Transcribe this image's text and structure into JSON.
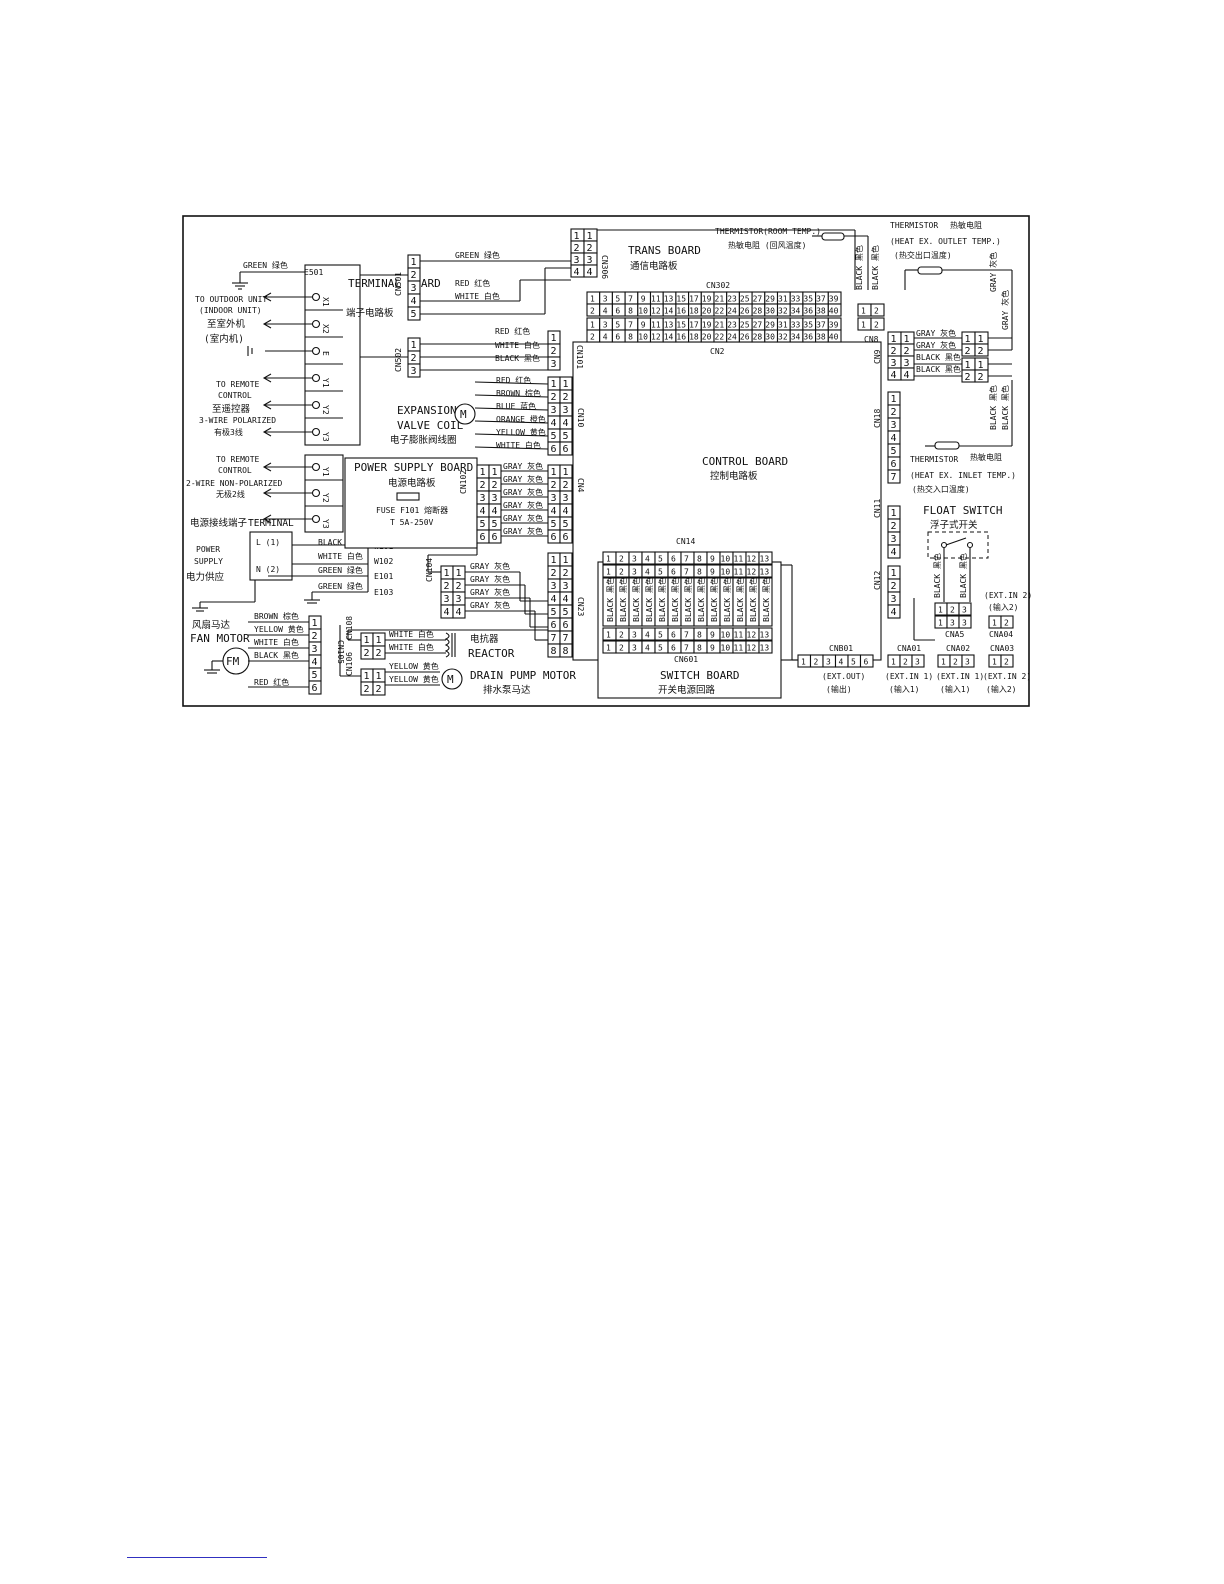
{
  "labels": {
    "trans_board": "TRANS BOARD",
    "trans_board_cn": "通信电路板",
    "terminal_board": "TERMINAL BOARD",
    "terminal_board_cn": "端子电路板",
    "control_board": "CONTROL BOARD",
    "control_board_cn": "控制电路板",
    "power_supply_board": "POWER SUPPLY BOARD",
    "power_supply_board_cn": "电源电路板",
    "fuse": "FUSE F101 熔断器",
    "fuse_rating": "T 5A-250V",
    "switch_board": "SWITCH BOARD",
    "switch_board_cn": "开关电源回路",
    "expansion_valve_1": "EXPANSION",
    "expansion_valve_2": "VALVE COIL",
    "expansion_valve_cn": "电子膨胀阀线圈",
    "reactor_cn": "电抗器",
    "reactor": "REACTOR",
    "drain_pump": "DRAIN PUMP MOTOR",
    "drain_pump_cn": "排水泵马达",
    "fan_motor_cn": "风扇马达",
    "fan_motor": "FAN MOTOR",
    "fm": "FM",
    "motor_m": "M",
    "thermistor_room_1": "THERMISTOR(ROOM TEMP.)",
    "thermistor_room_cn": "热敏电阻 (回风温度)",
    "thermistor_out_1": "THERMISTOR",
    "thermistor_out_cn": "热敏电阻",
    "thermistor_out_2": "(HEAT EX. OUTLET TEMP.)",
    "thermistor_out_cn2": "(热交出口温度)",
    "thermistor_in_1": "THERMISTOR",
    "thermistor_in_cn": "热敏电阻",
    "thermistor_in_2": "(HEAT EX. INLET TEMP.)",
    "thermistor_in_cn2": "(热交入口温度)",
    "float_switch": "FLOAT SWITCH",
    "float_switch_cn": "浮子式开关",
    "to_outdoor_1": "TO OUTDOOR UNIT",
    "to_outdoor_2": "(INDOOR UNIT)",
    "to_outdoor_cn1": "至室外机",
    "to_outdoor_cn2": "(室内机)",
    "to_remote_1": "TO REMOTE",
    "to_remote_2": "CONTROL",
    "to_remote_cn": "至遥控器",
    "three_wire": "3-WIRE POLARIZED",
    "three_wire_cn": "有极3线",
    "to_remote2_1": "TO REMOTE",
    "to_remote2_2": "CONTROL",
    "two_wire": "2-WIRE NON-POLARIZED",
    "two_wire_cn": "无极2线",
    "terminal_cn": "电源接线端子",
    "terminal": "TERMINAL",
    "power_1": "POWER",
    "power_2": "SUPPLY",
    "power_cn": "电力供应",
    "green_top": "GREEN 绿色",
    "e501": "E501",
    "w101": "W101",
    "w102": "W102",
    "e101": "E101",
    "e103": "E103",
    "ext_out": "(EXT.OUT)",
    "ext_out_cn": "(输出)",
    "ext_in1": "(EXT.IN 1)",
    "ext_in1_cn": "(输入1)",
    "ext_in1b": "(EXT.IN 1)",
    "ext_in1b_cn": "(输入1)",
    "ext_in2": "(EXT.IN 2)",
    "ext_in2_cn": "(输入2)",
    "ext_in2_top": "(EXT.IN 2)",
    "ext_in2_top_cn": "(输入2)"
  },
  "connectors": {
    "cn501": "CN501",
    "cn502": "CN502",
    "cn306": "CN306",
    "cn302": "CN302",
    "cn2": "CN2",
    "cn8": "CN8",
    "cn9": "CN9",
    "cn101": "CN101",
    "cn10": "CN10",
    "cn102": "CN102",
    "cn4": "CN4",
    "cn18": "CN18",
    "cn11": "CN11",
    "cn12": "CN12",
    "cn14": "CN14",
    "cn104": "CN104",
    "cn23": "CN23",
    "cn105": "CN105",
    "cn108": "CN108",
    "cn106": "CN106",
    "cn601": "CN601",
    "cnb01": "CNB01",
    "cna01": "CNA01",
    "cna02": "CNA02",
    "cna03": "CNA03",
    "cna04": "CNA04",
    "cna5": "CNA5"
  },
  "wires": {
    "cn501": [
      "GREEN 绿色",
      "RED 红色",
      "WHITE 白色"
    ],
    "cn502": [
      "RED 红色",
      "WHITE 白色",
      "BLACK 黑色"
    ],
    "cn10": [
      "RED 红色",
      "BROWN 棕色",
      "BLUE 蓝色",
      "ORANGE 橙色",
      "YELLOW 黄色",
      "WHITE 白色"
    ],
    "cn102": [
      "GRAY 灰色",
      "GRAY 灰色",
      "GRAY 灰色",
      "GRAY 灰色",
      "GRAY 灰色",
      "GRAY 灰色"
    ],
    "cn104": [
      "GRAY 灰色",
      "GRAY 灰色",
      "GRAY 灰色",
      "GRAY 灰色"
    ],
    "power": [
      "BLACK 黑色",
      "WHITE 白色",
      "GREEN 绿色",
      "GREEN 绿色"
    ],
    "fan": [
      "BROWN 棕色",
      "YELLOW 黄色",
      "WHITE 白色",
      "BLACK 黑色",
      "RED 红色"
    ],
    "reactor": [
      "WHITE 白色",
      "WHITE 白色"
    ],
    "drain": [
      "YELLOW 黄色",
      "YELLOW 黄色"
    ],
    "cn9": [
      "GRAY 灰色",
      "GRAY 灰色",
      "BLACK 黑色",
      "BLACK 黑色"
    ],
    "cn8": [
      "BLACK 黑色",
      "BLACK 黑色"
    ],
    "thermo_out": [
      "GRAY 灰色",
      "GRAY 灰色"
    ],
    "thermo_in": [
      "BLACK 黑色",
      "BLACK 黑色"
    ],
    "float": [
      "BLACK 黑色",
      "BLACK 黑色"
    ],
    "switch": "BLACK 黑色"
  },
  "terminals": {
    "outdoor": [
      "X1",
      "X2",
      "E"
    ],
    "remote3": [
      "Y1",
      "Y2",
      "Y3"
    ],
    "remote2": [
      "Y1",
      "Y2",
      "Y3"
    ],
    "power": [
      "L (1)",
      "N (2)"
    ]
  }
}
